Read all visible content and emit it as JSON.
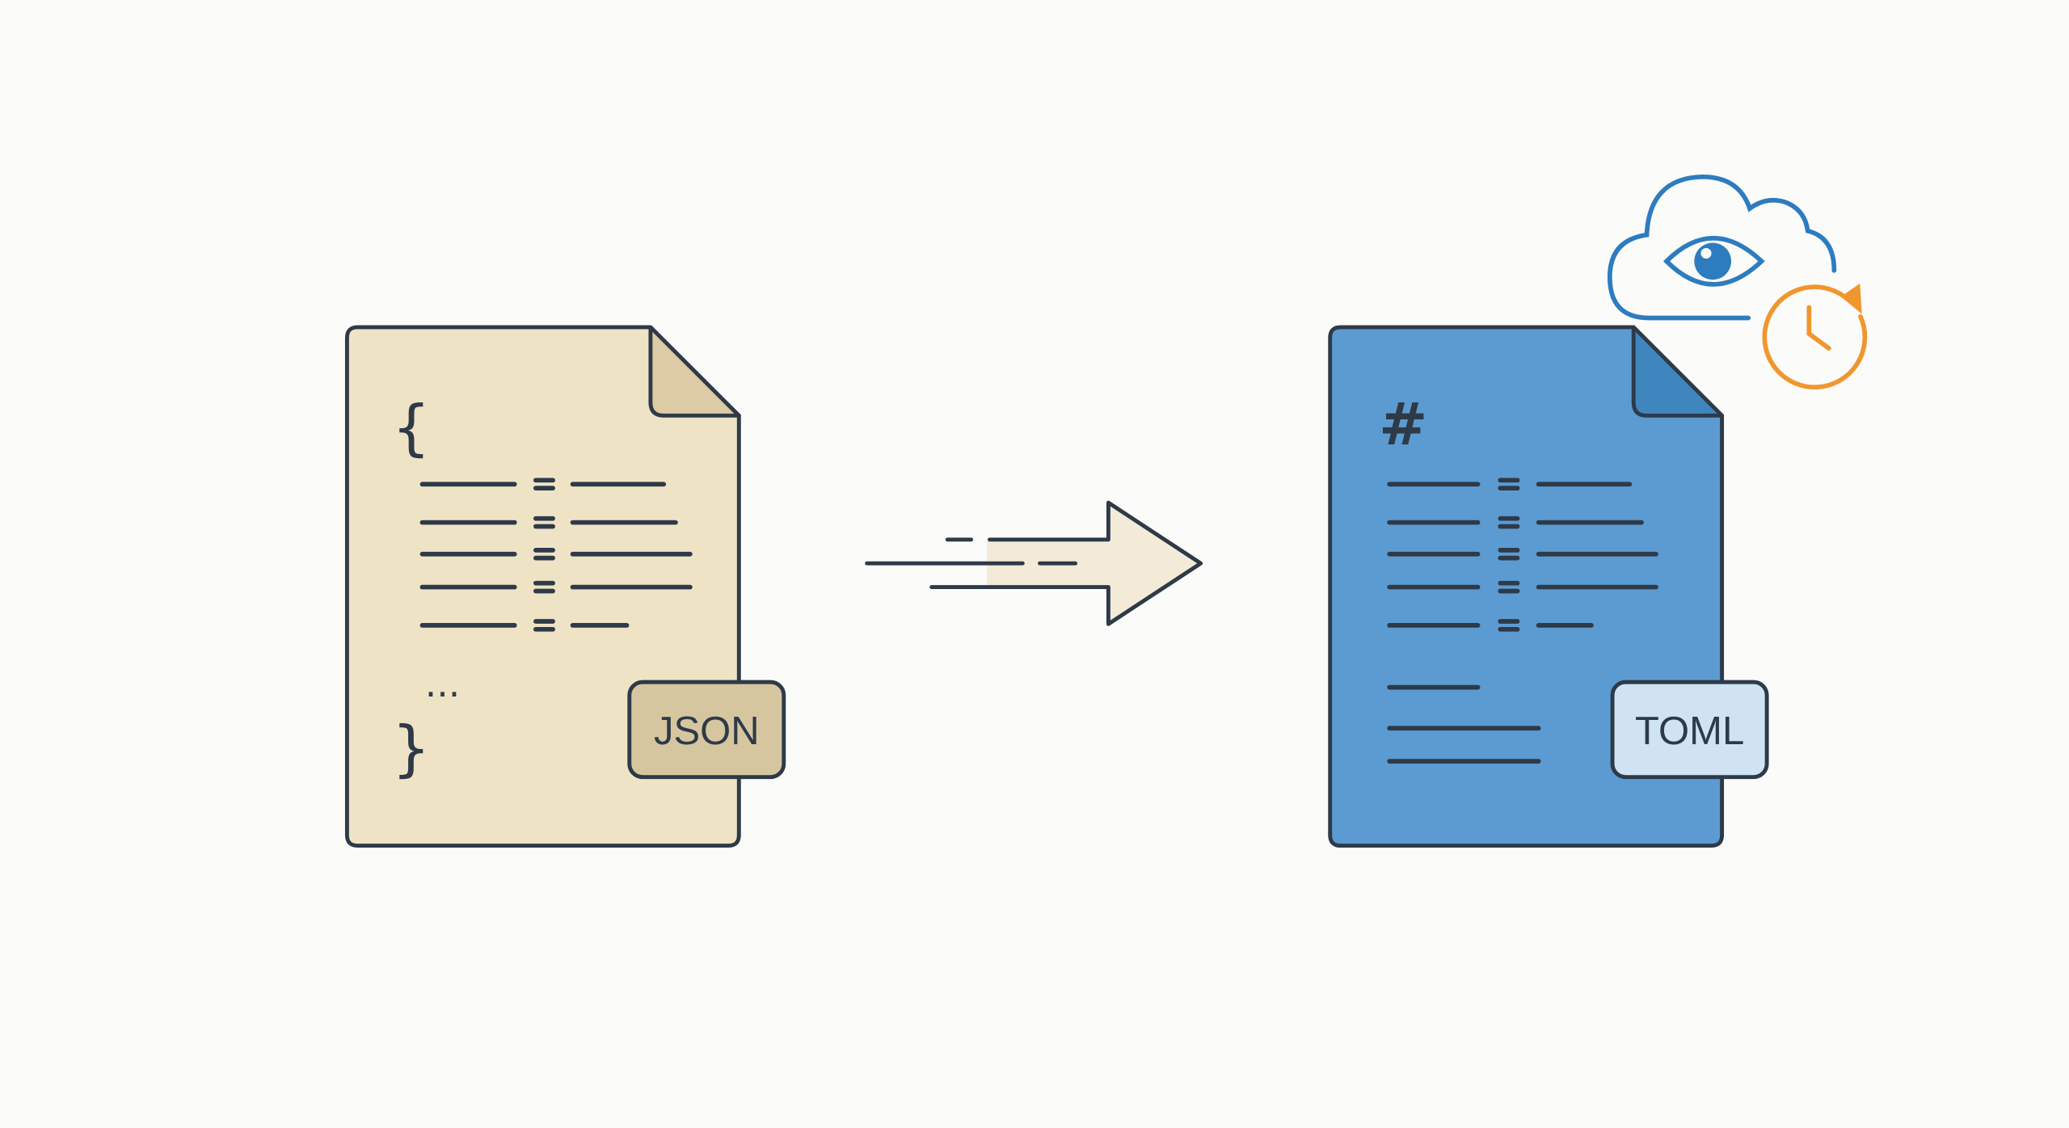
{
  "source_file": {
    "badge": "JSON",
    "open_brace": "{",
    "close_brace": "}",
    "ellipsis": "...",
    "fill_color": "#EFE3C6",
    "badge_color": "#D6C6A0"
  },
  "target_file": {
    "badge": "TOML",
    "header_glyph": "#",
    "fill_color": "#5B9BD1",
    "badge_color": "#CFE3F3"
  },
  "arrow": {
    "icon": "arrow-right-icon",
    "direction": "right"
  },
  "badge_icons": {
    "cloud": "cloud-eye-icon",
    "clock": "clock-refresh-icon",
    "cloud_color": "#2E7CC0",
    "clock_color": "#F0962E"
  },
  "outline_color": "#2E3A48"
}
